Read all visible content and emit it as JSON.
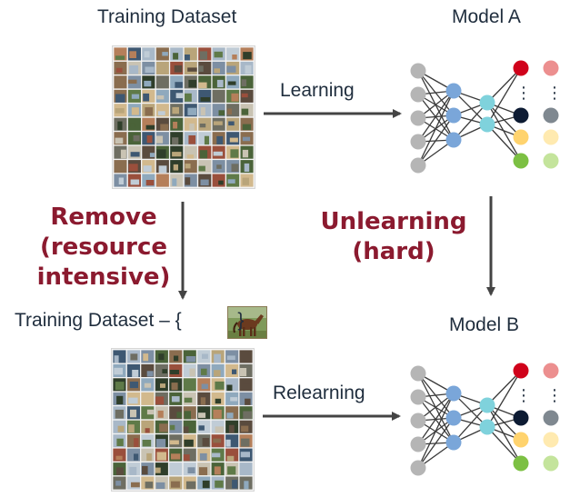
{
  "labels": {
    "training_dataset": "Training Dataset",
    "model_a": "Model A",
    "model_b": "Model B",
    "learning": "Learning",
    "relearning": "Relearning",
    "unlearning": [
      "Unlearning",
      "(hard)"
    ],
    "remove": [
      "Remove",
      "(resource",
      "intensive)"
    ],
    "reduced_prefix": "Training Dataset – {",
    "reduced_suffix": "}"
  },
  "dots": [
    "⋮",
    "⋮"
  ],
  "colors": {
    "text": "#1f2d3d",
    "accent": "#8b1a2f",
    "arrow": "#444444",
    "input_node": "#b5b5b5",
    "hidden1_node": "#7aa6d9",
    "hidden2_node": "#7fd2dc",
    "output_red": "#d0021b",
    "output_navy": "#0d1b33",
    "output_yellow": "#ffd36e",
    "output_green": "#7cc043",
    "faded_red": "#ec8f8f",
    "faded_gray": "#7f8890",
    "faded_yellow": "#ffeab0",
    "faded_green": "#c4e49c",
    "thumb_palette": [
      "#7d8fa3",
      "#b9a57a",
      "#5f7a48",
      "#c9c3b3",
      "#8a6d4f",
      "#3e5872",
      "#a8b8c8",
      "#6e6e62",
      "#d2b98d",
      "#4a6339",
      "#9a4f3c",
      "#c0ccd6",
      "#5a4b3e",
      "#8fa9bd",
      "#b57f5a",
      "#2f3e2a"
    ]
  }
}
